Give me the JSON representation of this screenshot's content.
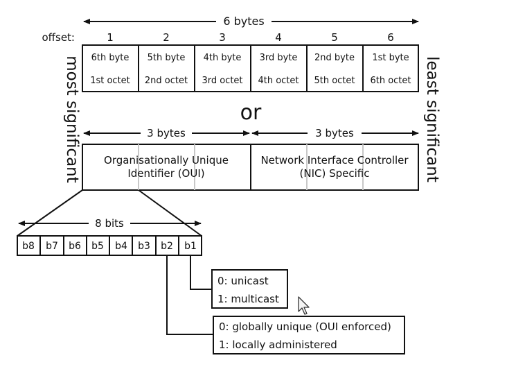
{
  "top": {
    "span_label": "6 bytes",
    "offset_label": "offset:",
    "offsets": [
      "1",
      "2",
      "3",
      "4",
      "5",
      "6"
    ],
    "cells": [
      {
        "byte": "6th byte",
        "octet": "1st octet"
      },
      {
        "byte": "5th byte",
        "octet": "2nd octet"
      },
      {
        "byte": "4th byte",
        "octet": "3rd octet"
      },
      {
        "byte": "3rd byte",
        "octet": "4th octet"
      },
      {
        "byte": "2nd byte",
        "octet": "5th octet"
      },
      {
        "byte": "1st byte",
        "octet": "6th octet"
      }
    ]
  },
  "side": {
    "left": "most significant",
    "right": "least significant"
  },
  "or_label": "or",
  "split": {
    "left_span": "3 bytes",
    "right_span": "3 bytes",
    "oui_line1": "Organisationally Unique",
    "oui_line2": "Identifier (OUI)",
    "nic_line1": "Network Interface Controller",
    "nic_line2": "(NIC) Specific"
  },
  "bits": {
    "span_label": "8 bits",
    "cells": [
      "b8",
      "b7",
      "b6",
      "b5",
      "b4",
      "b3",
      "b2",
      "b1"
    ]
  },
  "b1_box": {
    "line1": "0: unicast",
    "line2": "1: multicast"
  },
  "b2_box": {
    "line1": "0: globally unique (OUI enforced)",
    "line2": "1: locally administered"
  }
}
